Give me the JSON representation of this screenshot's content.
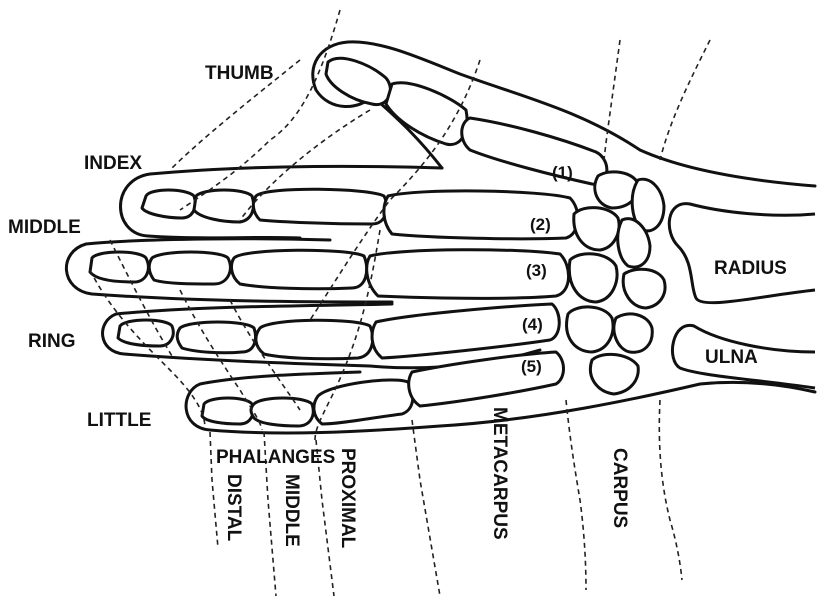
{
  "fingers": {
    "thumb": "THUMB",
    "index": "INDEX",
    "middle": "MIDDLE",
    "ring": "RING",
    "little": "LITTLE"
  },
  "forearm": {
    "radius": "RADIUS",
    "ulna": "ULNA"
  },
  "metacarpal_numbers": [
    "(1)",
    "(2)",
    "(3)",
    "(4)",
    "(5)"
  ],
  "regions": {
    "phalanges": "PHALANGES",
    "distal": "DISTAL",
    "middle": "MIDDLE",
    "proximal": "PROXIMAL",
    "metacarpus": "METACARPUS",
    "carpus": "CARPUS"
  }
}
